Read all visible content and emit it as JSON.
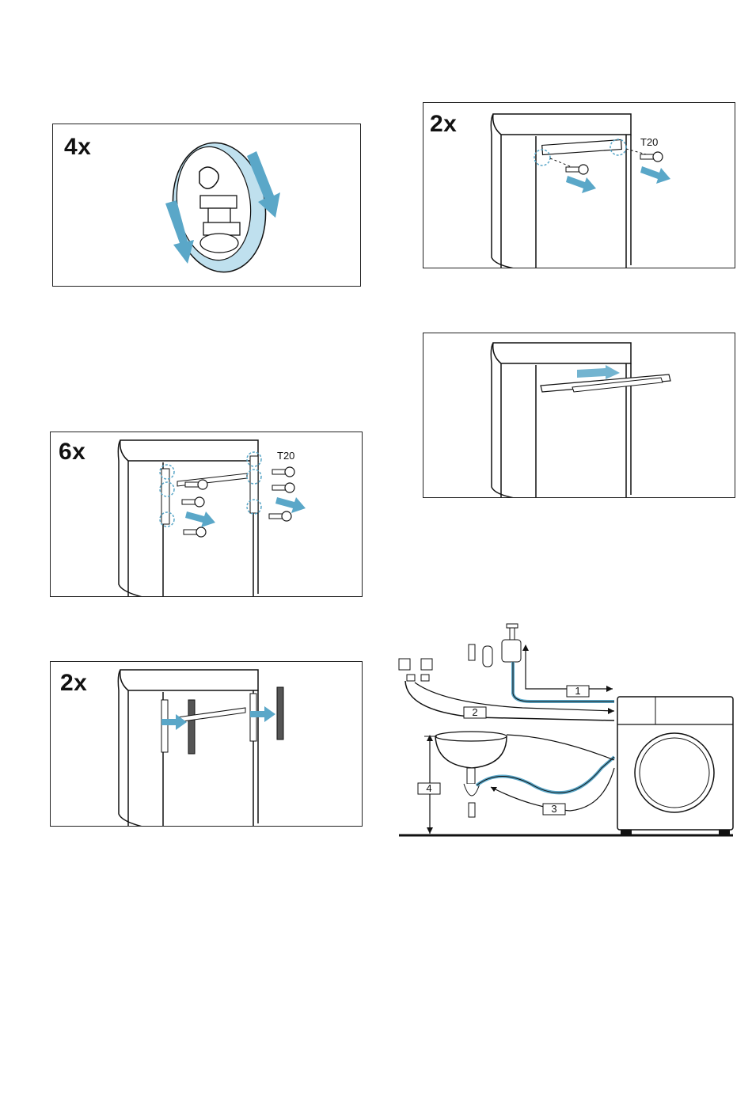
{
  "panels": {
    "feet_cover": {
      "count": "4x"
    },
    "rear_screws": {
      "count": "2x",
      "tool": "T20"
    },
    "rail_slide": {},
    "side_screws": {
      "count": "6x",
      "tool": "T20"
    },
    "brackets": {
      "count": "2x"
    }
  },
  "connections": {
    "labels": [
      "1",
      "2",
      "3",
      "4"
    ]
  },
  "colors": {
    "accent_blue": "#5aa7c8",
    "light_blue": "#bfe0ee",
    "line": "#111111"
  }
}
